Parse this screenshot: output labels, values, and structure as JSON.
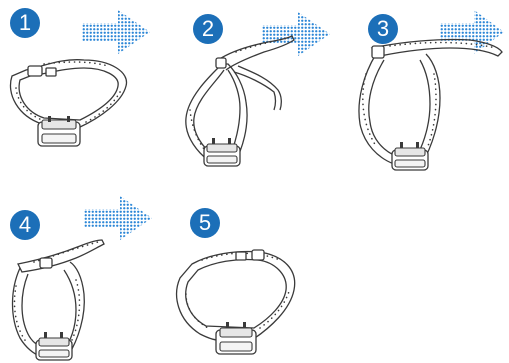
{
  "steps": [
    {
      "number": "1"
    },
    {
      "number": "2"
    },
    {
      "number": "3"
    },
    {
      "number": "4"
    },
    {
      "number": "5"
    }
  ],
  "colors": {
    "badge": "#1c6fb8",
    "arrow_dots": "#2b86d6",
    "line": "#3a3a3a"
  },
  "icons": {
    "arrow": "dotted-right-arrow-icon",
    "collar": "collar-receiver-icon"
  }
}
